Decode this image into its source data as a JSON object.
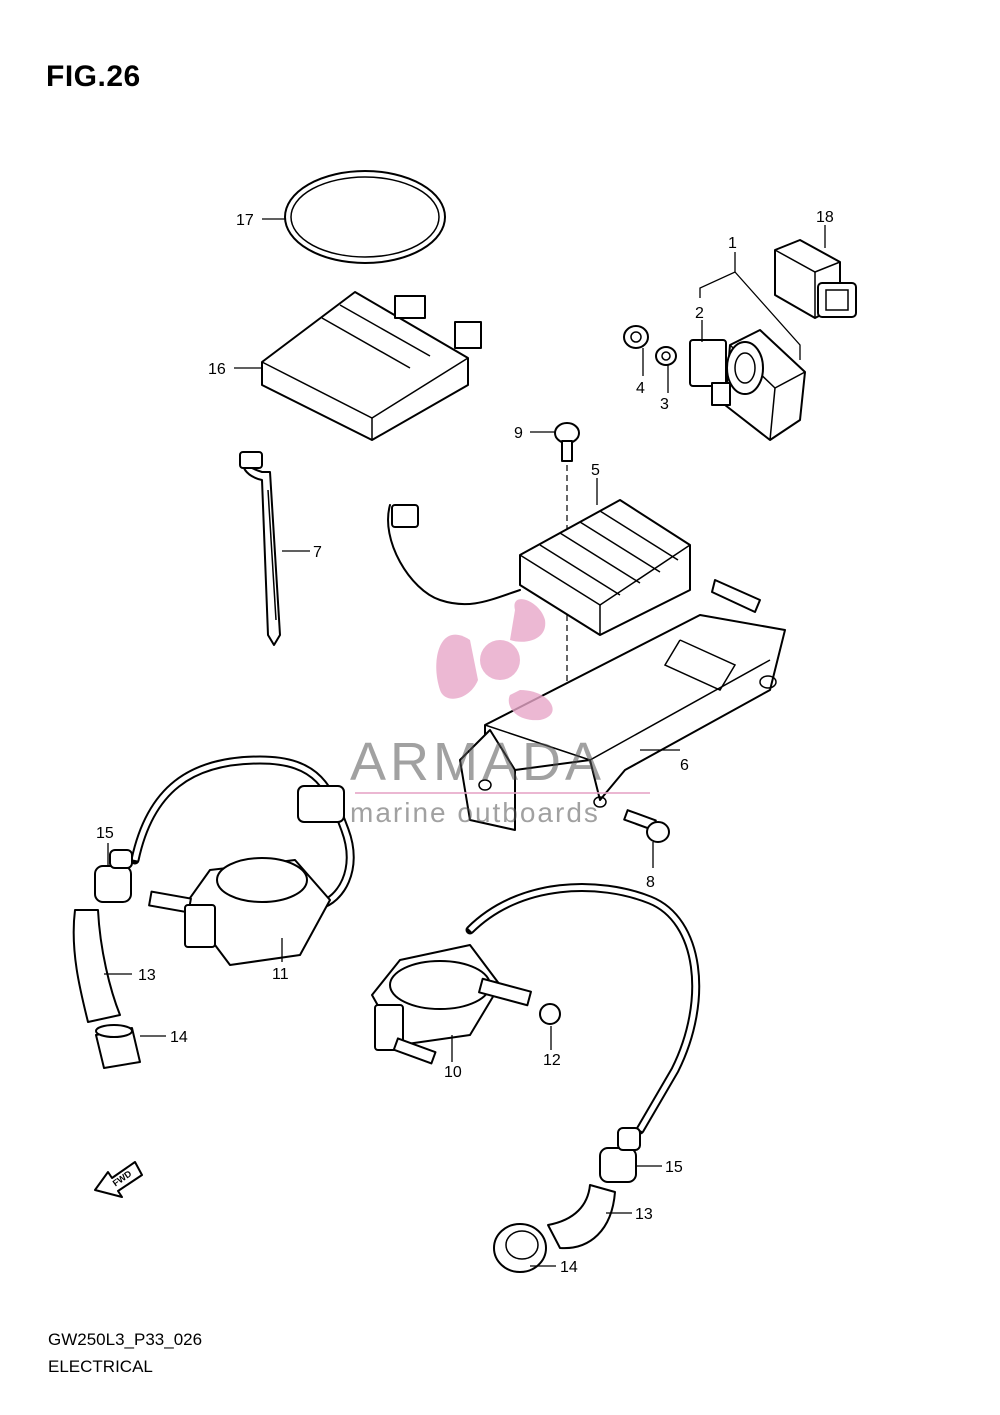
{
  "figure_title": "FIG.26",
  "diagram_code": "GW250L3_P33_026",
  "section_name": "ELECTRICAL",
  "watermark": {
    "brand": "ARMADA",
    "tagline": "marine outboards",
    "logo_color": "#e7a6c8"
  },
  "fwd_arrow_label": "FWD",
  "callouts": {
    "c1": "1",
    "c2": "2",
    "c3": "3",
    "c4": "4",
    "c5": "5",
    "c6": "6",
    "c7": "7",
    "c8": "8",
    "c9": "9",
    "c10": "10",
    "c11": "11",
    "c12": "12",
    "c13a": "13",
    "c13b": "13",
    "c14a": "14",
    "c14b": "14",
    "c15a": "15",
    "c15b": "15",
    "c16": "16",
    "c17": "17",
    "c18": "18"
  }
}
